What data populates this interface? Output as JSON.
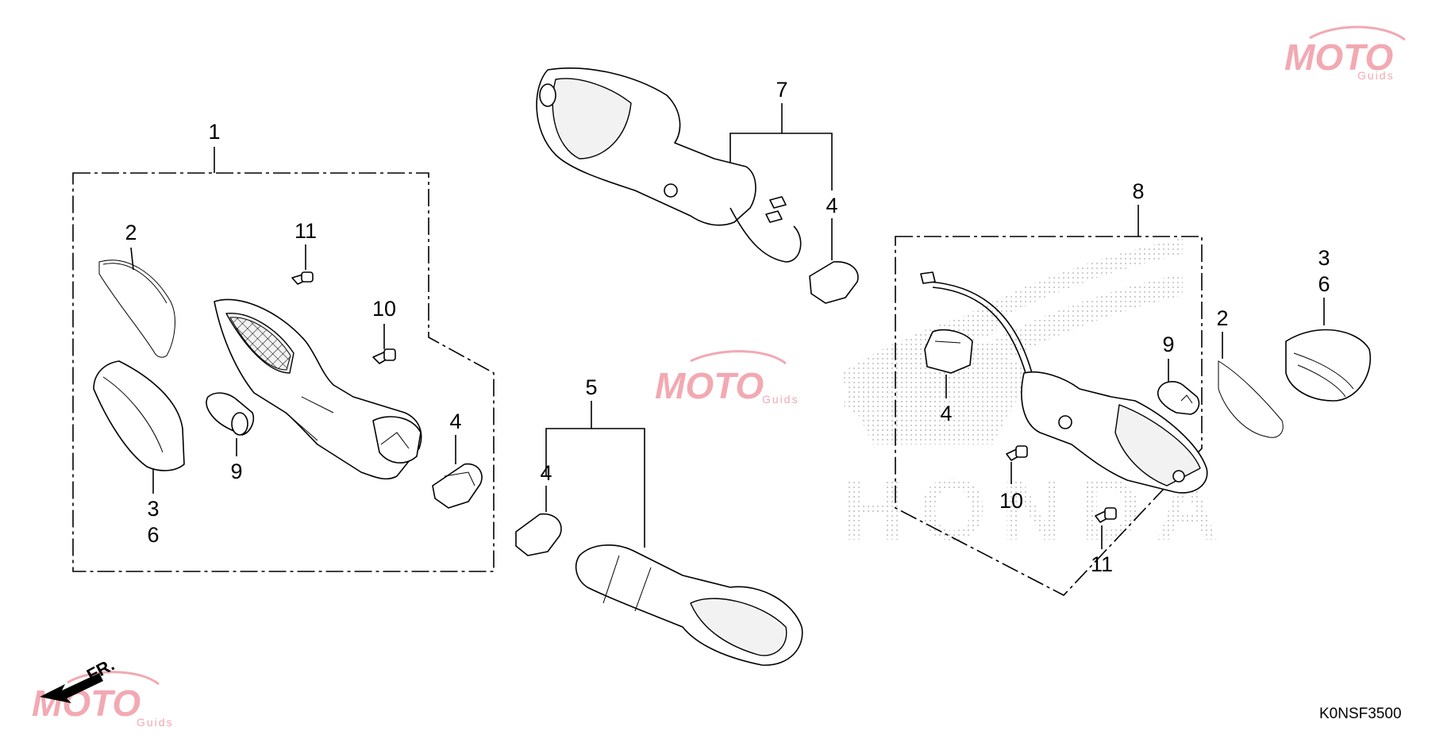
{
  "callouts": {
    "c1": "1",
    "c2": "2",
    "c3a": "3",
    "c6a": "6",
    "c9a": "9",
    "c11a": "11",
    "c10a": "10",
    "c4a": "4",
    "c7": "7",
    "c4b": "4",
    "c5": "5",
    "c4c": "4",
    "c8": "8",
    "c3b": "3",
    "c6b": "6",
    "c2b": "2",
    "c9b": "9",
    "c4d": "4",
    "c10b": "10",
    "c11b": "11"
  },
  "diagram_code": "K0NSF3500",
  "direction_label": "FR.",
  "watermark": {
    "brand": "MOTO",
    "sub": "Guids",
    "color": "#f2a9b2"
  },
  "background_mark": "HONDA"
}
